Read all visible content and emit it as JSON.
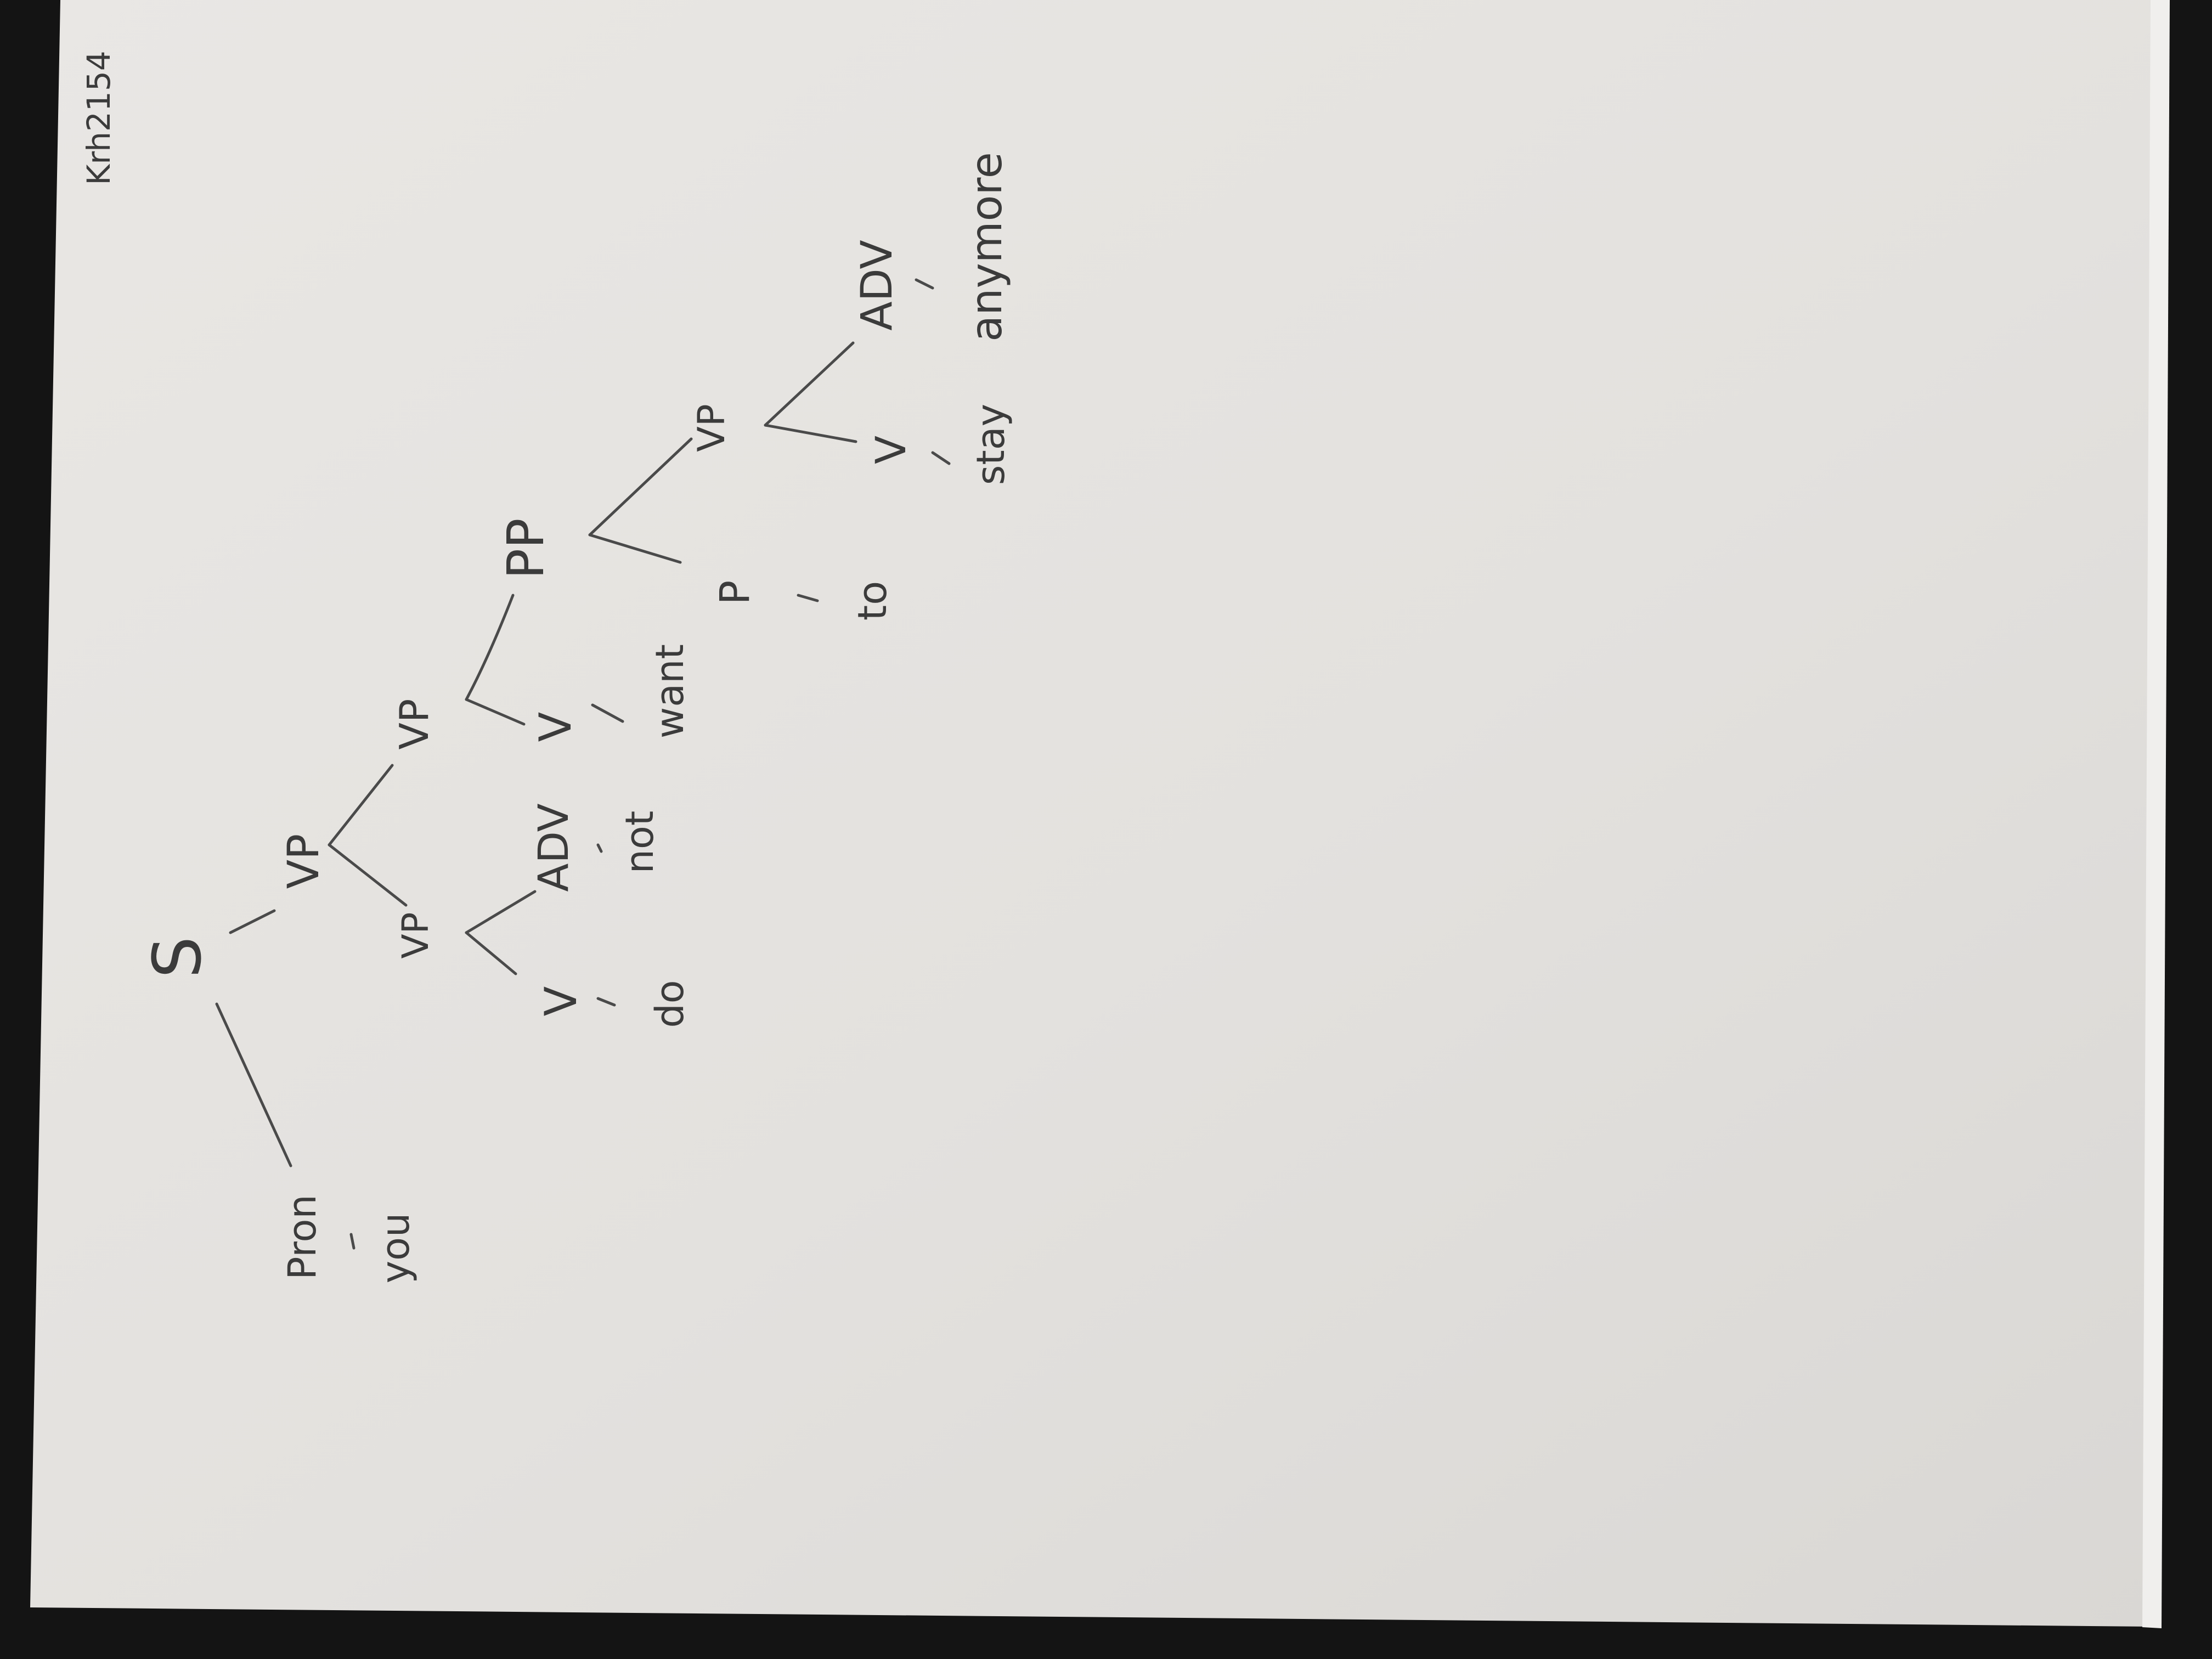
{
  "author_id": "Krh2154",
  "tree": {
    "nodes": [
      {
        "id": "s",
        "label": "S"
      },
      {
        "id": "pron",
        "label": "Pron"
      },
      {
        "id": "you",
        "label": "you"
      },
      {
        "id": "vp1",
        "label": "VP"
      },
      {
        "id": "vp2",
        "label": "VP"
      },
      {
        "id": "v_do",
        "label": "V"
      },
      {
        "id": "do",
        "label": "do"
      },
      {
        "id": "adv_not",
        "label": "ADV"
      },
      {
        "id": "not",
        "label": "not"
      },
      {
        "id": "vp3",
        "label": "VP"
      },
      {
        "id": "v_want",
        "label": "V"
      },
      {
        "id": "want",
        "label": "want"
      },
      {
        "id": "pp",
        "label": "PP"
      },
      {
        "id": "p",
        "label": "P"
      },
      {
        "id": "to",
        "label": "to"
      },
      {
        "id": "vp4",
        "label": "VP"
      },
      {
        "id": "v_stay",
        "label": "V"
      },
      {
        "id": "stay",
        "label": "stay"
      },
      {
        "id": "adv_anymore",
        "label": "ADV"
      },
      {
        "id": "anymore",
        "label": "anymore"
      }
    ]
  },
  "colors": {
    "paper": "#e6e4e1",
    "ink": "#3b3b3b",
    "background": "#141414"
  }
}
